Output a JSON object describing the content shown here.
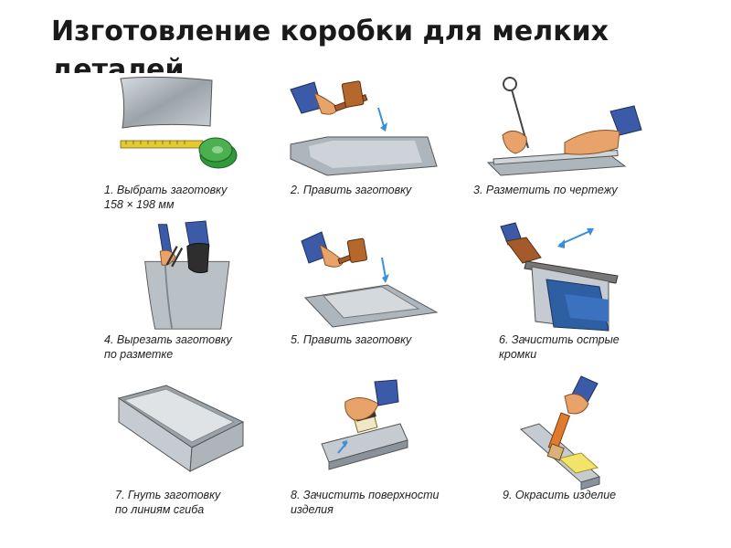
{
  "title": "Изготовление коробки для мелких деталей",
  "steps": [
    {
      "caption": "1. Выбрать заготовку\n158 × 198 мм"
    },
    {
      "caption": "2. Править заготовку"
    },
    {
      "caption": "3. Разметить по чертежу"
    },
    {
      "caption": "4. Вырезать заготовку\nпо разметке"
    },
    {
      "caption": "5. Править заготовку"
    },
    {
      "caption": "6. Зачистить острые\nкромки"
    },
    {
      "caption": "7. Гнуть заготовку\nпо линиям сгиба"
    },
    {
      "caption": "8. Зачистить поверхности\nизделия"
    },
    {
      "caption": "9. Окрасить изделие"
    }
  ],
  "colors": {
    "metal": "#b9c0c6",
    "metal_dark": "#8a939b",
    "sleeve": "#3b5ba8",
    "skin": "#e8a36b",
    "wood": "#a45a2a",
    "tape": "#e6c830",
    "tape_case": "#4caf50",
    "arrow": "#3a8fd6"
  }
}
